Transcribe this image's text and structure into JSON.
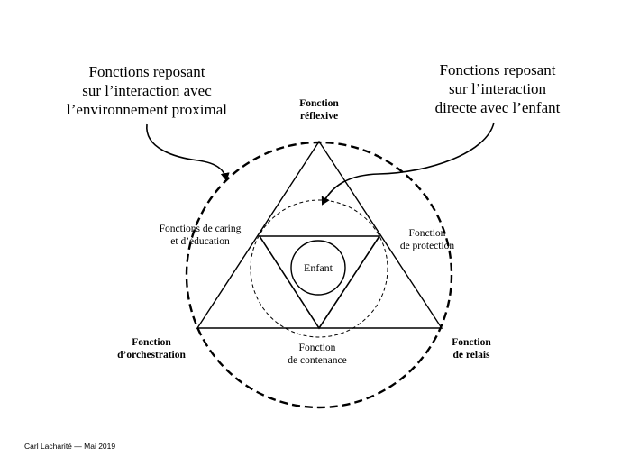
{
  "annotations": {
    "left": [
      "Fonctions reposant",
      "sur l’interaction avec",
      "l’environnement proximal"
    ],
    "right": [
      "Fonctions reposant",
      "sur l’interaction",
      "directe avec l’enfant"
    ]
  },
  "vertices": {
    "top": [
      "Fonction",
      "réflexive"
    ],
    "left": [
      "Fonction",
      "d’orchestration"
    ],
    "right": [
      "Fonction",
      "de relais"
    ]
  },
  "inner_labels": {
    "caring": [
      "Fonctions de caring",
      "et d’éducation"
    ],
    "protection": [
      "Fonction",
      "de protection"
    ],
    "contenance": [
      "Fonction",
      "de contenance"
    ]
  },
  "center_label": "Enfant",
  "credit": "Carl Lacharité — Mai 2019"
}
